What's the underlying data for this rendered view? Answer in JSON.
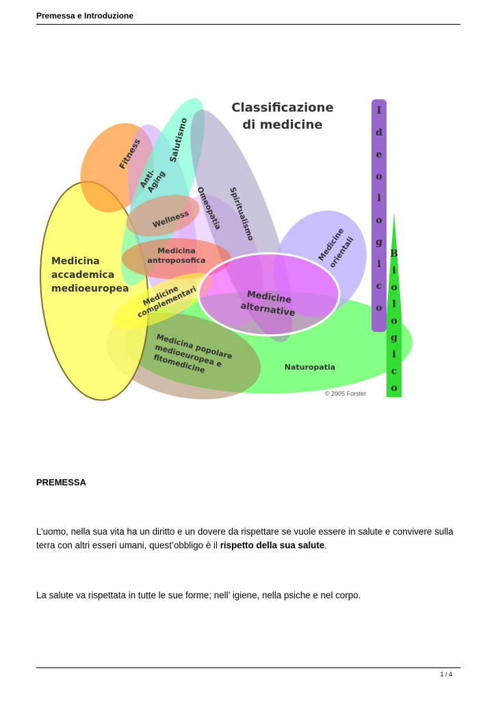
{
  "header": {
    "title": "Premessa e Introduzione"
  },
  "figure": {
    "title_line1": "Classificazione",
    "title_line2": "di medicine",
    "vertical_word_1": "Ideologico",
    "vertical_word_2": "Biologico",
    "credit": "© 2005 Forster",
    "labels": {
      "fitness": "Fitness",
      "salutismo": "Salutismo",
      "anti": "Anti-",
      "aging": "Aging",
      "omeopatia": "Omeopatia",
      "spiritualismo": "Spiritualismo",
      "wellness": "Wellness",
      "medicine_orientali_1": "Medicine",
      "medicine_orientali_2": "orientali",
      "medicina_accademica_1": "Medicina",
      "medicina_accademica_2": "accademica",
      "medicina_accademica_3": "medioeuropea",
      "antroposofica_1": "Medicina",
      "antroposofica_2": "antroposofica",
      "complementari_1": "Medicine",
      "complementari_2": "complementari",
      "alternative_1": "Medicine",
      "alternative_2": "alternative",
      "popolare_1": "Medicina popolare",
      "popolare_2": "medioeuropea e",
      "popolare_3": "fitomedicine",
      "naturopatia": "Naturopatia"
    },
    "colors": {
      "accademica": "#ffff66",
      "fitness": "#ff9933",
      "salutismo": "#66ffcc",
      "antiaging": "#cc99ff",
      "spiritualismo": "#9988bb",
      "orientali": "#bbaaff",
      "antroposofica": "#ff6633",
      "alternative": "#ff33ff",
      "naturopatia": "#66ff66",
      "popolare": "#a07850",
      "ideologico_bar": "#9966cc",
      "biologico_bar": "#33dd33"
    }
  },
  "section": {
    "heading": "PREMESSA"
  },
  "body": {
    "p1_text": "L’uomo, nella sua vita ha un diritto e un dovere da rispettare se vuole essere in salute e convivere sulla terra con altri esseri umani, quest’obbligo è il ",
    "p1_bold": "rispetto della sua salute",
    "p1_end": ".",
    "p2_text": "La salute va rispettata in tutte le sue forme; nell’ igiene, nella psiche e nel corpo."
  },
  "footer": {
    "page": "1 / 4"
  }
}
